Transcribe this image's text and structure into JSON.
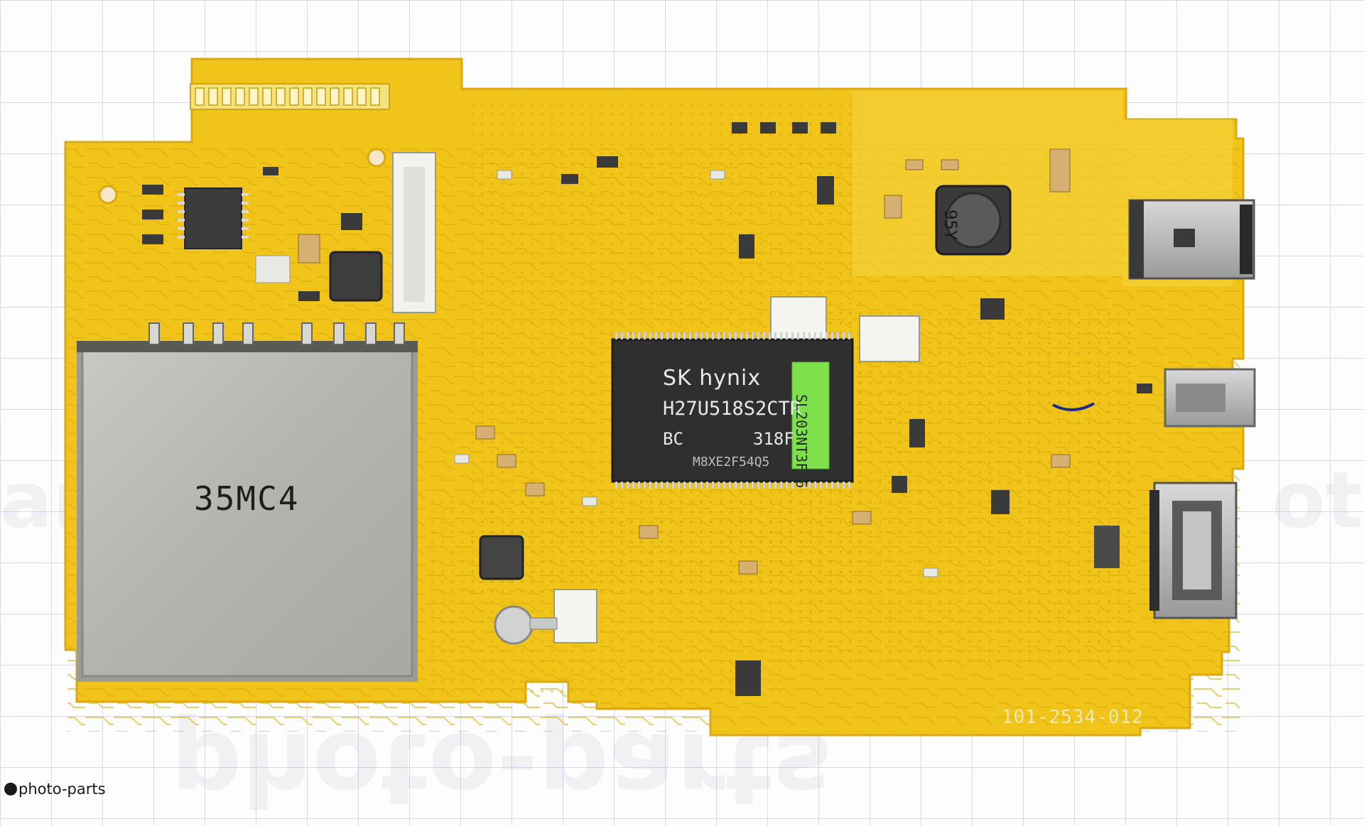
{
  "watermark": {
    "left": "arts",
    "right": "ot",
    "bottom": "photo-parts"
  },
  "memory_chip": {
    "brand": "SK hynix",
    "part_number": "H27U518S2CTR",
    "line3_left": "BC",
    "line3_right": "318F",
    "lot": "M8XE2F54Q5"
  },
  "sticker": {
    "text": "SL203NT3F-6",
    "color": "#7fe04a"
  },
  "shield": {
    "text": "35MC4"
  },
  "pcb": {
    "code": "101-2534-012",
    "color": "#f0c419"
  },
  "inductor": {
    "text": "95Y"
  },
  "logo": {
    "text": "photo-parts",
    "icon": "camera-dot-icon"
  }
}
